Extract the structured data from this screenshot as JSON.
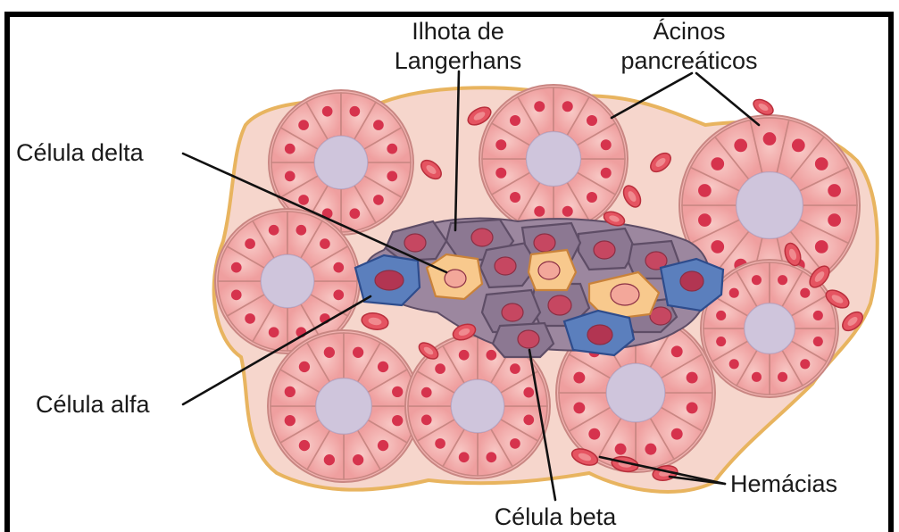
{
  "labels": {
    "islet_line1": "Ilhota de",
    "islet_line2": "Langerhans",
    "acini_line1": "Ácinos",
    "acini_line2": "pancreáticos",
    "delta": "Célula delta",
    "alfa": "Célula alfa",
    "beta": "Célula beta",
    "hemacias": "Hemácias"
  },
  "colors": {
    "acinar_cell": "#f3b5b3",
    "acinar_cell_stroke": "#c98783",
    "acinar_lumen": "#cfc5dc",
    "acinar_nucleus": "#d6334d",
    "stroma": "#f6d7cc",
    "stroma_border": "#e9b35a",
    "islet_cell": "#8c7892",
    "islet_cell_stroke": "#5e4d66",
    "alpha_cell": "#5b7fbd",
    "delta_cell": "#f8c98d",
    "beta_nucleus": "#c64761",
    "red_blood_cell": "#e55461",
    "label_text": "#1a1a1a"
  }
}
